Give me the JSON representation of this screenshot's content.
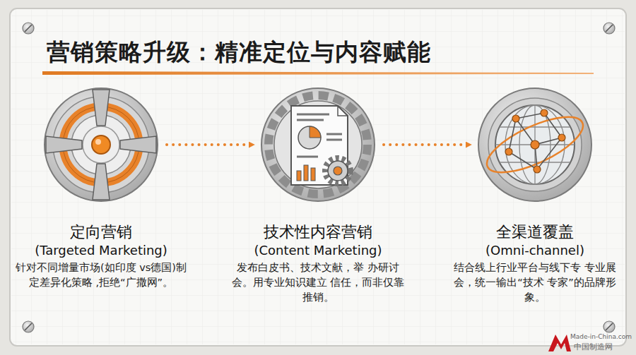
{
  "diagram": {
    "title": "营销策略升级：精准定位与内容赋能",
    "nodes": [
      {
        "text": [
          "定向营销",
          "(Targeted Marketing)",
          "针对不同增量市场(如印度 vs德国)制定差异化策略 ,拒绝“广撒网”。"
        ]
      },
      {
        "text": [
          "技术性内容营销",
          "(Content Marketing)",
          "发布白皮书、技术文献，举 办研讨会。用专业知识建立 信任，而非仅靠推销。"
        ]
      },
      {
        "text": [
          "全渠道覆盖",
          "(Omni-channel)",
          "结合线上行业平台与线下专 专业展会，统一输出“技术 专家”的品牌形象。"
        ]
      }
    ],
    "edges": [
      {
        "from": 0,
        "to": 1,
        "arrow": "to"
      },
      {
        "from": 1,
        "to": 2,
        "arrow": "to"
      }
    ],
    "labels": [
      "Made-in-China.com",
      "中国制造网"
    ]
  }
}
